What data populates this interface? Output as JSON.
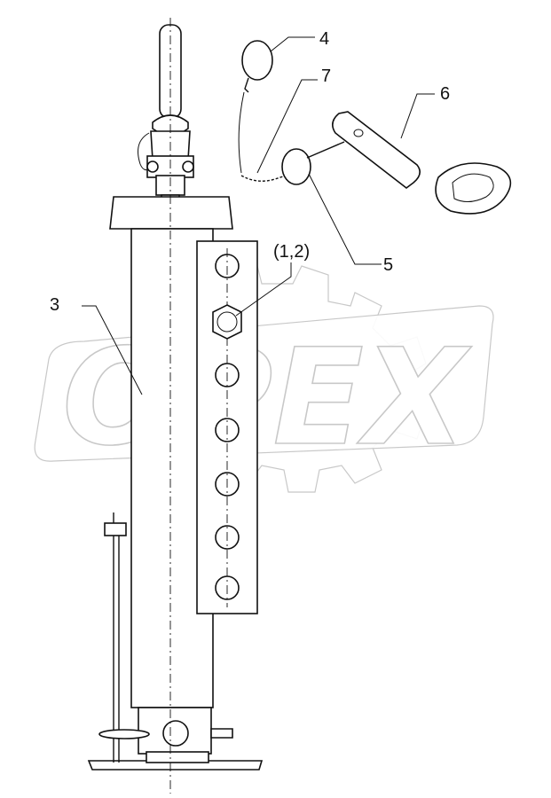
{
  "watermark": {
    "text": "OPEX"
  },
  "callouts": {
    "part3": "3",
    "part4": "4",
    "part5": "5",
    "part6": "6",
    "part7": "7",
    "part12": "(1,2)"
  },
  "colors": {
    "ink": "#111111",
    "watermark_outline": "#c8c8c8",
    "background": "#ffffff"
  }
}
